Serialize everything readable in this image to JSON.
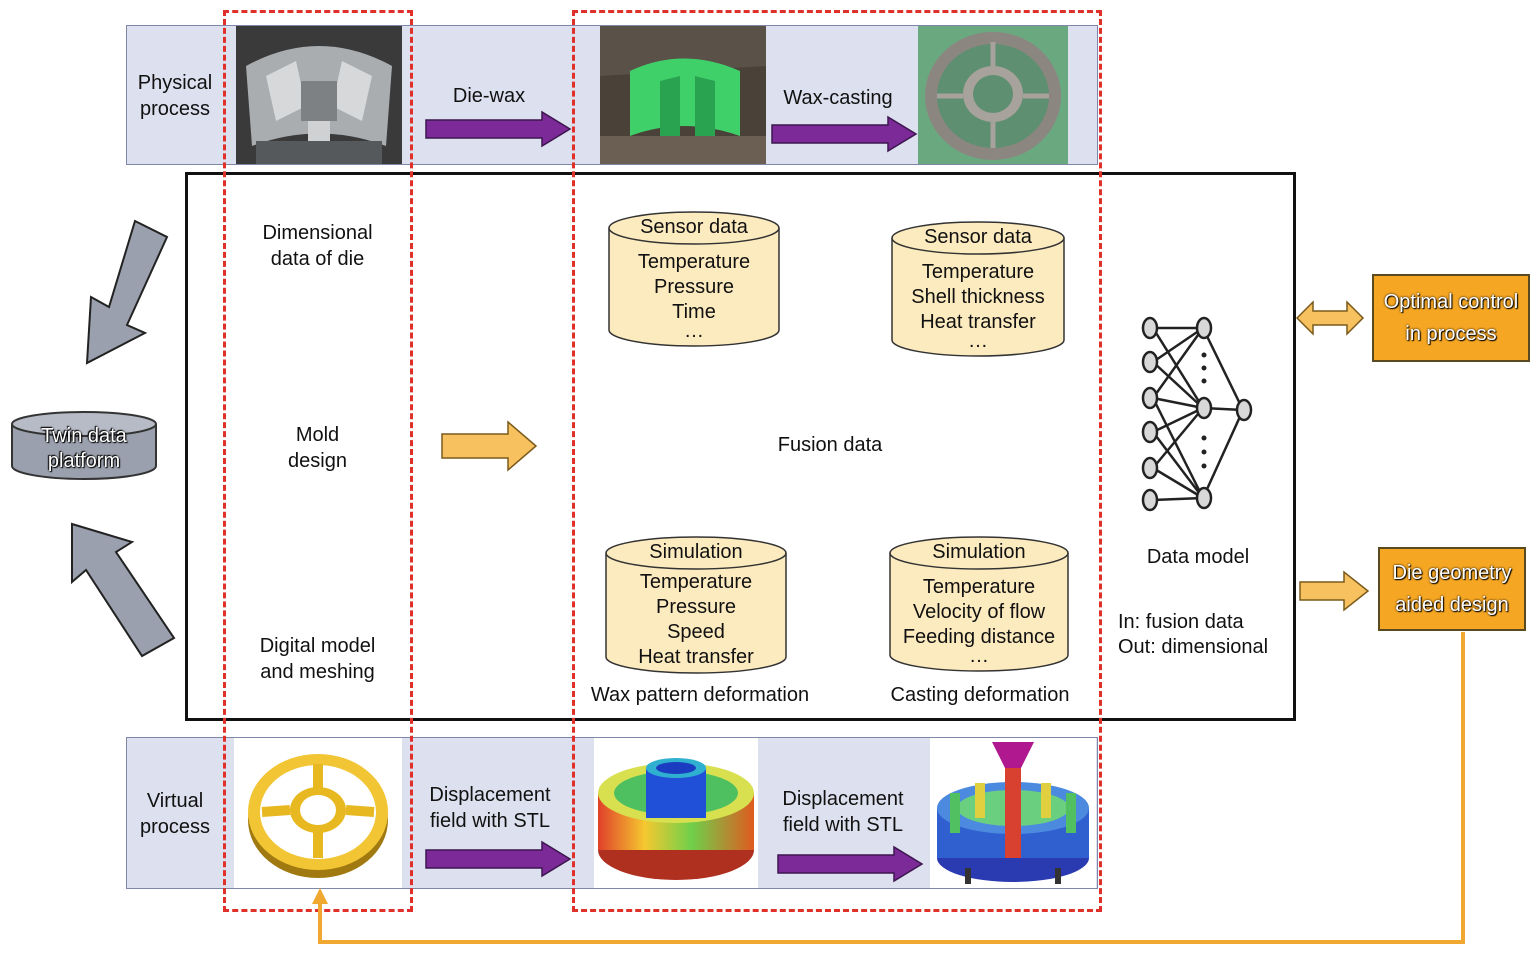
{
  "physical": {
    "label_line1": "Physical",
    "label_line2": "process",
    "arrow1_label": "Die-wax",
    "arrow2_label": "Wax-casting"
  },
  "virtual": {
    "label_line1": "Virtual",
    "label_line2": "process",
    "arrow1_line1": "Displacement",
    "arrow1_line2": "field with STL",
    "arrow2_line1": "Displacement",
    "arrow2_line2": "field with STL"
  },
  "left_column": {
    "item1_line1": "Dimensional",
    "item1_line2": "data of die",
    "item2_line1": "Mold",
    "item2_line2": "design",
    "item3_line1": "Digital model",
    "item3_line2": "and meshing"
  },
  "fusion": {
    "center_label": "Fusion data",
    "wax_caption": "Wax pattern deformation",
    "casting_caption": "Casting deformation",
    "cylinders": [
      {
        "title": "Sensor data",
        "lines": [
          "Temperature",
          "Pressure",
          "Time",
          "…"
        ]
      },
      {
        "title": "Sensor data",
        "lines": [
          "Temperature",
          "Shell thickness",
          "Heat transfer",
          "…"
        ]
      },
      {
        "title": "Simulation",
        "lines": [
          "Temperature",
          "Pressure",
          "Speed",
          "Heat transfer"
        ]
      },
      {
        "title": "Simulation",
        "lines": [
          "Temperature",
          "Velocity of flow",
          "Feeding distance",
          "…"
        ]
      }
    ]
  },
  "model": {
    "title": "Data model",
    "input": "In: fusion data",
    "output": "Out: dimensional"
  },
  "twin_platform": {
    "line1": "Twin data",
    "line2": "platform"
  },
  "optimal_control": {
    "line1": "Optimal control",
    "line2": "in process"
  },
  "die_geometry": {
    "line1": "Die geometry",
    "line2": "aided design"
  },
  "colors": {
    "band": "#dde0ee",
    "dashed": "#e0302a",
    "purple_arrow": "#7b2a98",
    "orange": "#f5a623",
    "cylinder_fill": "#fdebc0",
    "grey_arrow": "#9aa0ad"
  }
}
